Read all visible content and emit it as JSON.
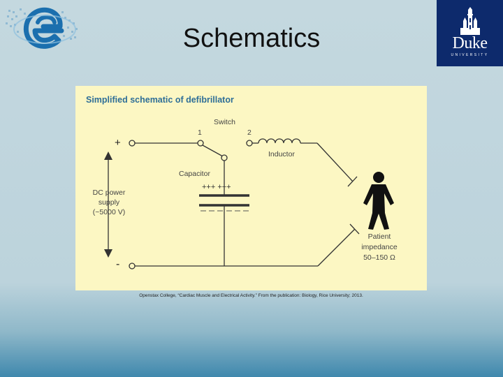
{
  "slide": {
    "title": "Schematics",
    "caption": "Openstax College, “Cardiac Muscle and Electrical Activity.” From the publication: Biology, Rice University; 2013."
  },
  "logos": {
    "left_logo_icon": "e-globe-icon",
    "right_logo": {
      "name": "Duke",
      "subtitle": "UNIVERSITY",
      "icon": "chapel-icon",
      "color": "#0d2a6c"
    }
  },
  "figure": {
    "title": "Simplified schematic of defibrillator",
    "title_color": "#2e6e97",
    "background": "#fcf7c3",
    "labels": {
      "switch": "Switch",
      "contact_1": "1",
      "contact_2": "2",
      "plus": "+",
      "minus": "-",
      "inductor": "Inductor",
      "capacitor": "Capacitor",
      "plates_top": "+++ +++",
      "supply_line1": "DC power",
      "supply_line2": "supply",
      "supply_line3": "(~5000 V)",
      "patient_line1": "Patient",
      "patient_line2": "impedance",
      "patient_line3": "50–150 Ω"
    }
  }
}
